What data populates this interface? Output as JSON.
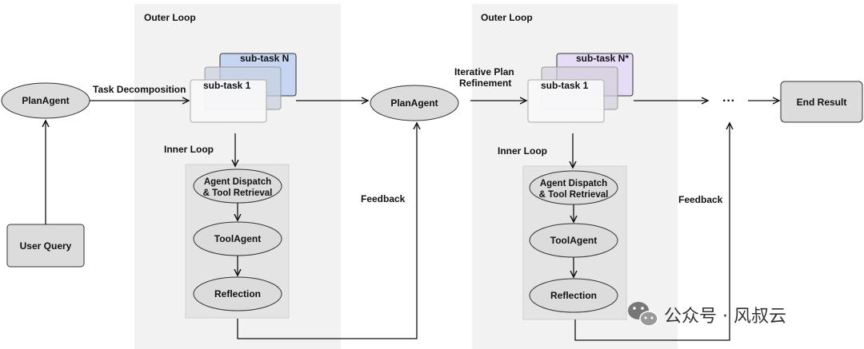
{
  "panels": {
    "outer_loop_left": "Outer Loop",
    "outer_loop_right": "Outer Loop",
    "inner_loop_left": "Inner Loop",
    "inner_loop_right": "Inner Loop"
  },
  "nodes": {
    "plan_agent_start": "PlanAgent",
    "user_query": "User Query",
    "plan_agent_mid": "PlanAgent",
    "end_result": "End Result",
    "left_subtask_back": "sub-task N",
    "left_subtask_front": "sub-task 1",
    "right_subtask_back": "sub-task N*",
    "right_subtask_front": "sub-task 1",
    "left_dispatch_line1": "Agent Dispatch",
    "left_dispatch_line2": "& Tool Retrieval",
    "left_tool_agent": "ToolAgent",
    "left_reflection": "Reflection",
    "right_dispatch_line1": "Agent Dispatch",
    "right_dispatch_line2": "& Tool Retrieval",
    "right_tool_agent": "ToolAgent",
    "right_reflection": "Reflection",
    "ellipsis": "···"
  },
  "edge_labels": {
    "task_decomposition": "Task Decomposition",
    "iterative_line1": "Iterative Plan",
    "iterative_line2": "Refinement",
    "feedback_left": "Feedback",
    "feedback_right": "Feedback"
  },
  "watermark": {
    "icon": "wechat-icon",
    "text": "公众号 · 风叔云"
  },
  "colors": {
    "panel_bg": "#f2f2f2",
    "inner_bg": "#e6e6e6",
    "node_fill": "#dcdcdc",
    "subtask_blue": "#c5d5f2",
    "subtask_purple": "#e6dcf6"
  }
}
